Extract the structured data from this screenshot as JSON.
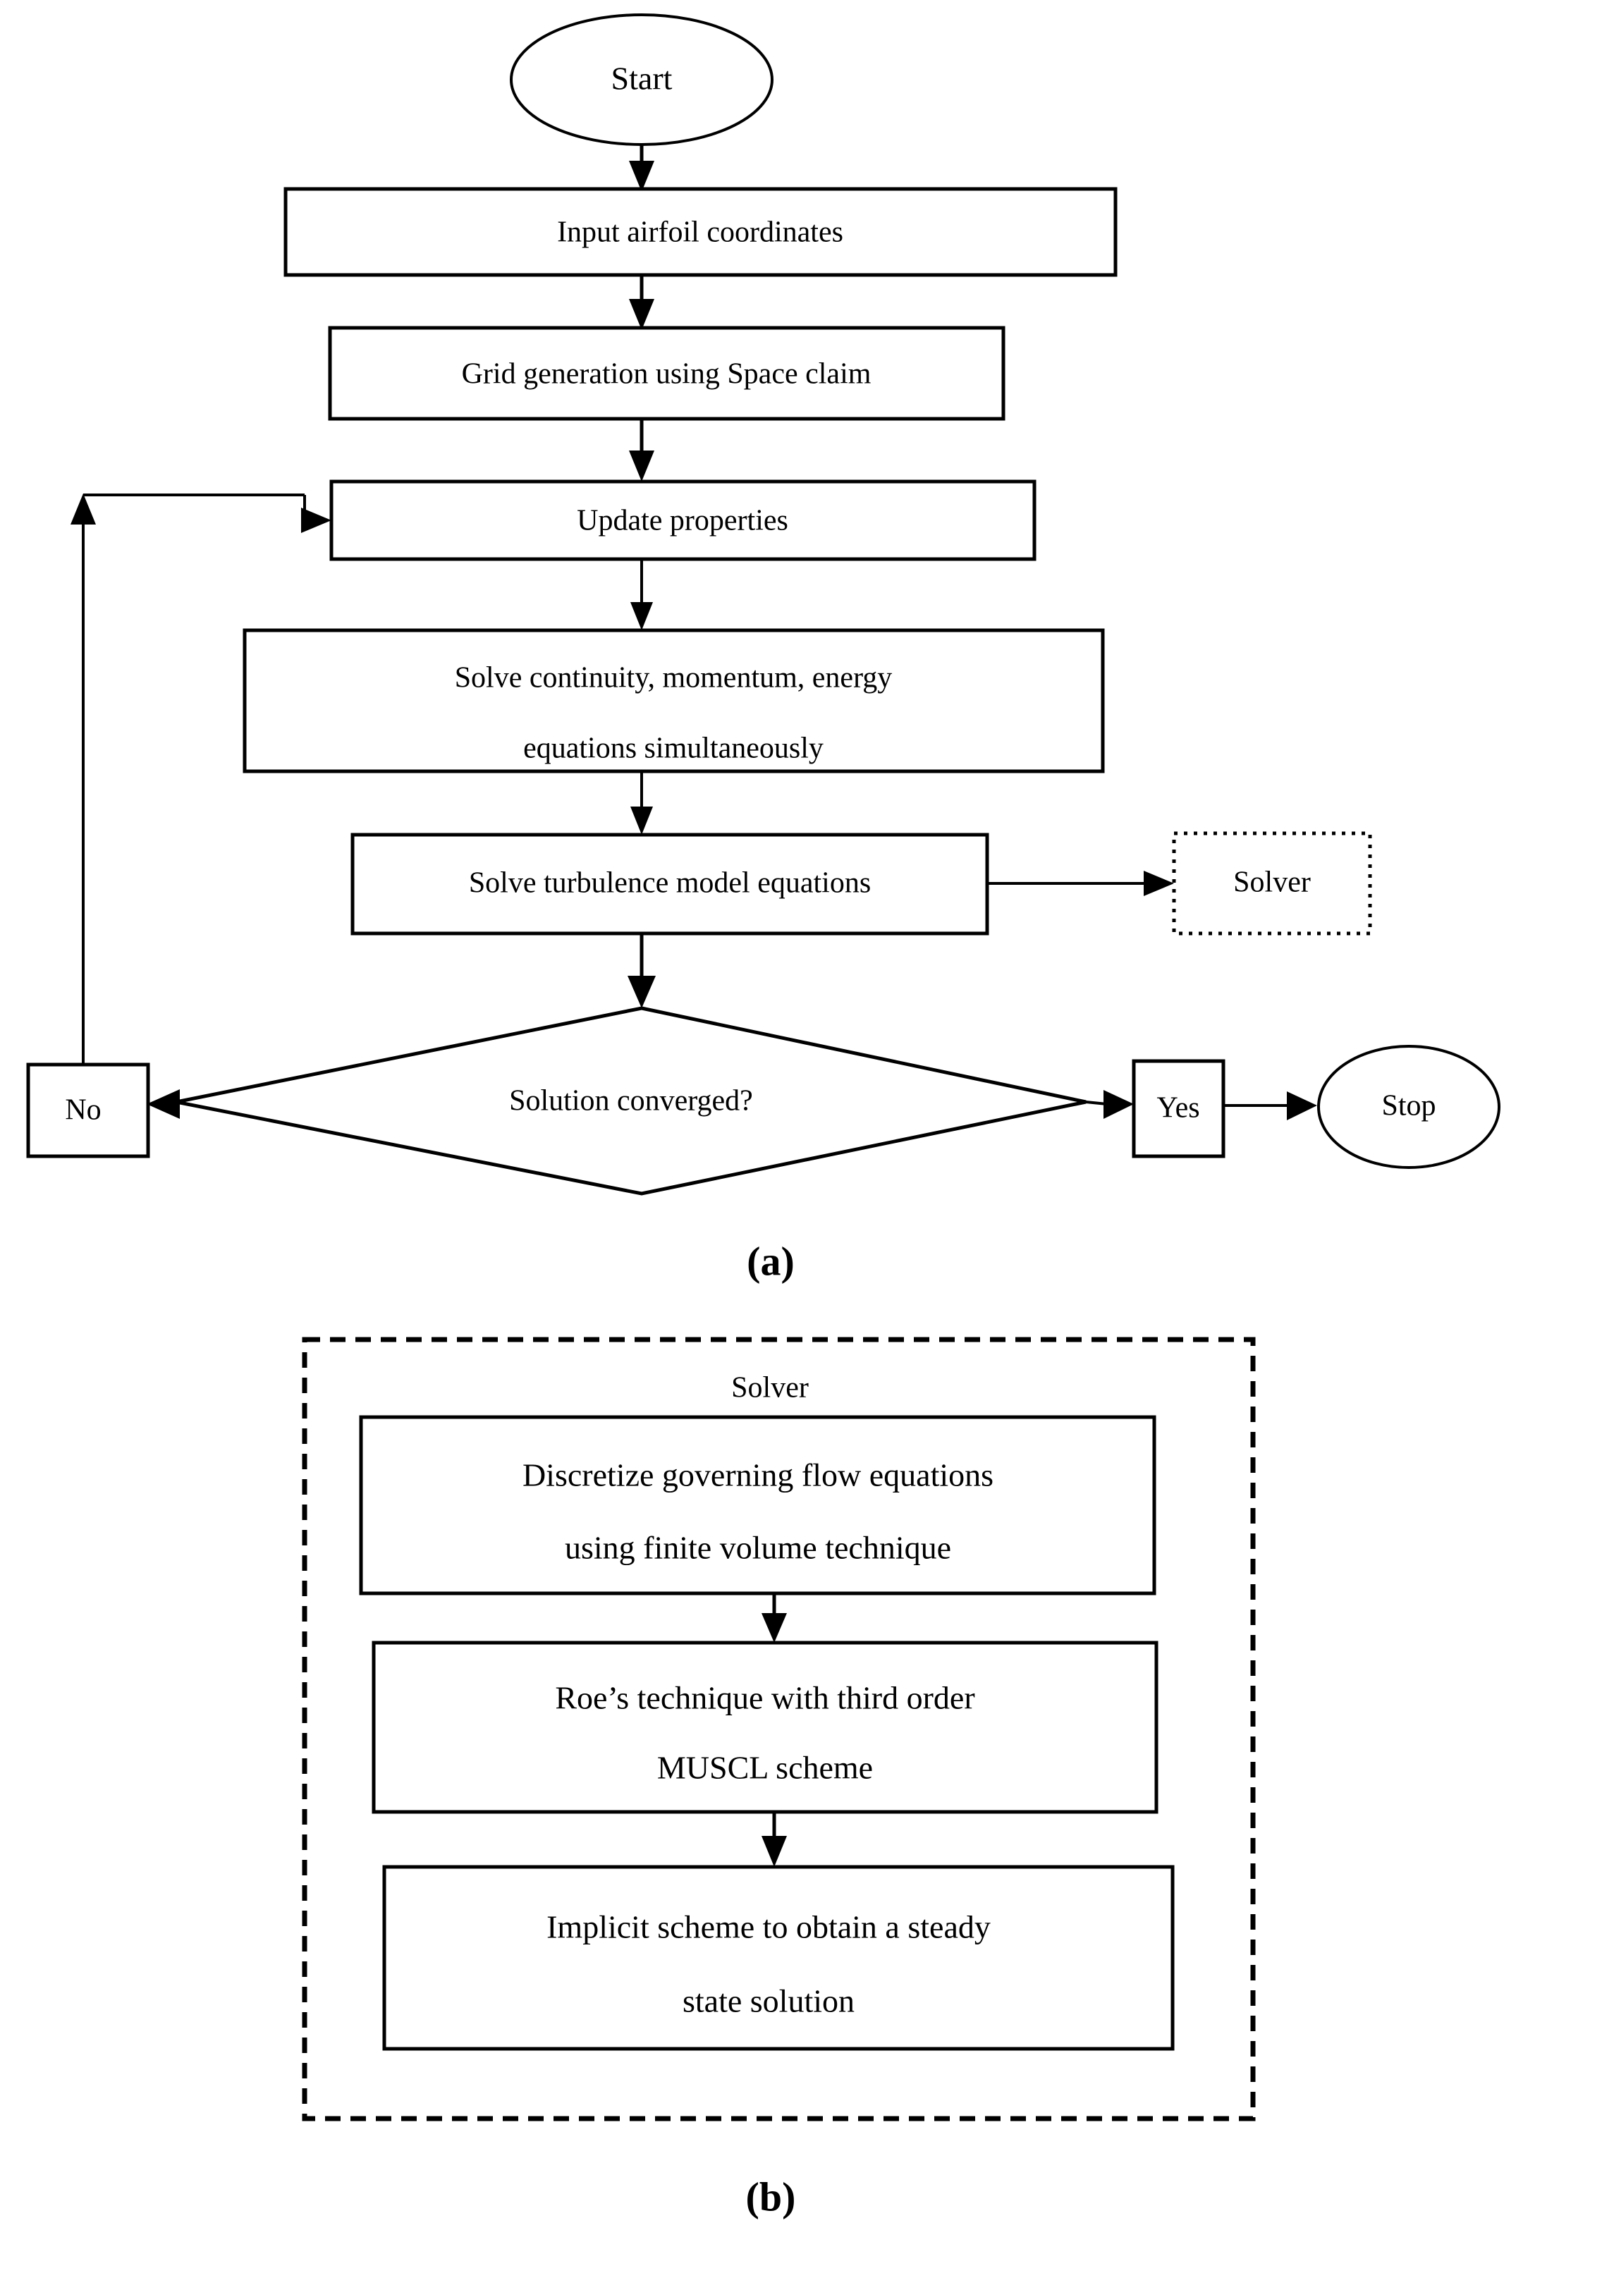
{
  "figure": {
    "panels": [
      {
        "id": "panel-a",
        "caption_open": "(",
        "caption_letter": "a",
        "caption_close": ")",
        "caption_full": "(a)",
        "nodes": {
          "start": {
            "label": "Start",
            "shape": "ellipse"
          },
          "input_coords": {
            "label": "Input airfoil coordinates",
            "shape": "rect"
          },
          "grid_generation": {
            "label": "Grid generation using Space claim",
            "shape": "rect"
          },
          "update_properties": {
            "label": "Update properties",
            "shape": "rect"
          },
          "solve_equations": {
            "line1": "Solve continuity, momentum, energy",
            "line2": "equations simultaneously",
            "shape": "rect"
          },
          "solve_turbulence": {
            "label": "Solve turbulence model equations",
            "shape": "rect"
          },
          "solver_ref": {
            "label": "Solver",
            "shape": "dotted-rect"
          },
          "decision": {
            "label": "Solution converged?",
            "shape": "diamond"
          },
          "no_branch": {
            "label": "No",
            "shape": "rect"
          },
          "yes_branch": {
            "label": "Yes",
            "shape": "rect"
          },
          "stop": {
            "label": "Stop",
            "shape": "ellipse"
          }
        }
      },
      {
        "id": "panel-b",
        "caption_open": "(",
        "caption_letter": "b",
        "caption_close": ")",
        "caption_full": "(b)",
        "container_label": "Solver",
        "nodes": {
          "discretize": {
            "line1": "Discretize governing flow equations",
            "line2": "using finite volume technique",
            "shape": "rect"
          },
          "roe_technique": {
            "line1": "Roe’s technique with third order",
            "line2": "MUSCL scheme",
            "shape": "rect"
          },
          "implicit_scheme": {
            "line1": "Implicit scheme to obtain a steady",
            "line2": "state solution",
            "shape": "rect"
          }
        }
      }
    ],
    "colors": {
      "stroke": "#000000",
      "fill": "#ffffff",
      "text": "#000000"
    }
  }
}
